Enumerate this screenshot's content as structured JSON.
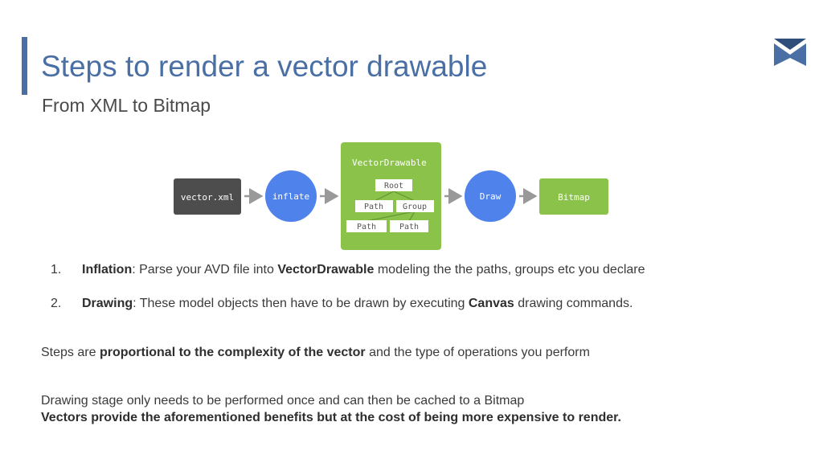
{
  "slide": {
    "title": "Steps to render a vector drawable",
    "subtitle": "From XML to Bitmap",
    "accent_color": "#4a6fa5"
  },
  "diagram": {
    "source_label": "vector.xml",
    "inflate_label": "inflate",
    "container_label": "VectorDrawable",
    "tree": {
      "root": "Root",
      "level1": [
        "Path",
        "Group"
      ],
      "level2": [
        "Path",
        "Path"
      ]
    },
    "draw_label": "Draw",
    "output_label": "Bitmap",
    "colors": {
      "source": "#4d4d4d",
      "circle": "#4f82ea",
      "green": "#8bc34a",
      "arrow": "#999999"
    }
  },
  "steps": [
    {
      "number": "1.",
      "term": "Inflation",
      "sep": ":  Parse your AVD file into ",
      "bold": "VectorDrawable",
      "rest": " modeling the the paths, groups etc you declare"
    },
    {
      "number": "2.",
      "term": "Drawing",
      "sep": ":  These model objects then have to be drawn by executing ",
      "bold": "Canvas",
      "rest": " drawing commands."
    }
  ],
  "note1": {
    "pre": "Steps are ",
    "bold": "proportional to the complexity of the vector",
    "post": " and the type of operations you perform"
  },
  "note2": {
    "line1": "Drawing stage only needs to be performed once and can then be cached to a Bitmap",
    "line2": "Vectors provide the aforementioned benefits but at the cost of being more expensive to render."
  },
  "logo": {
    "icon": "bookmark-chevron-logo",
    "color": "#4a6fa5"
  }
}
